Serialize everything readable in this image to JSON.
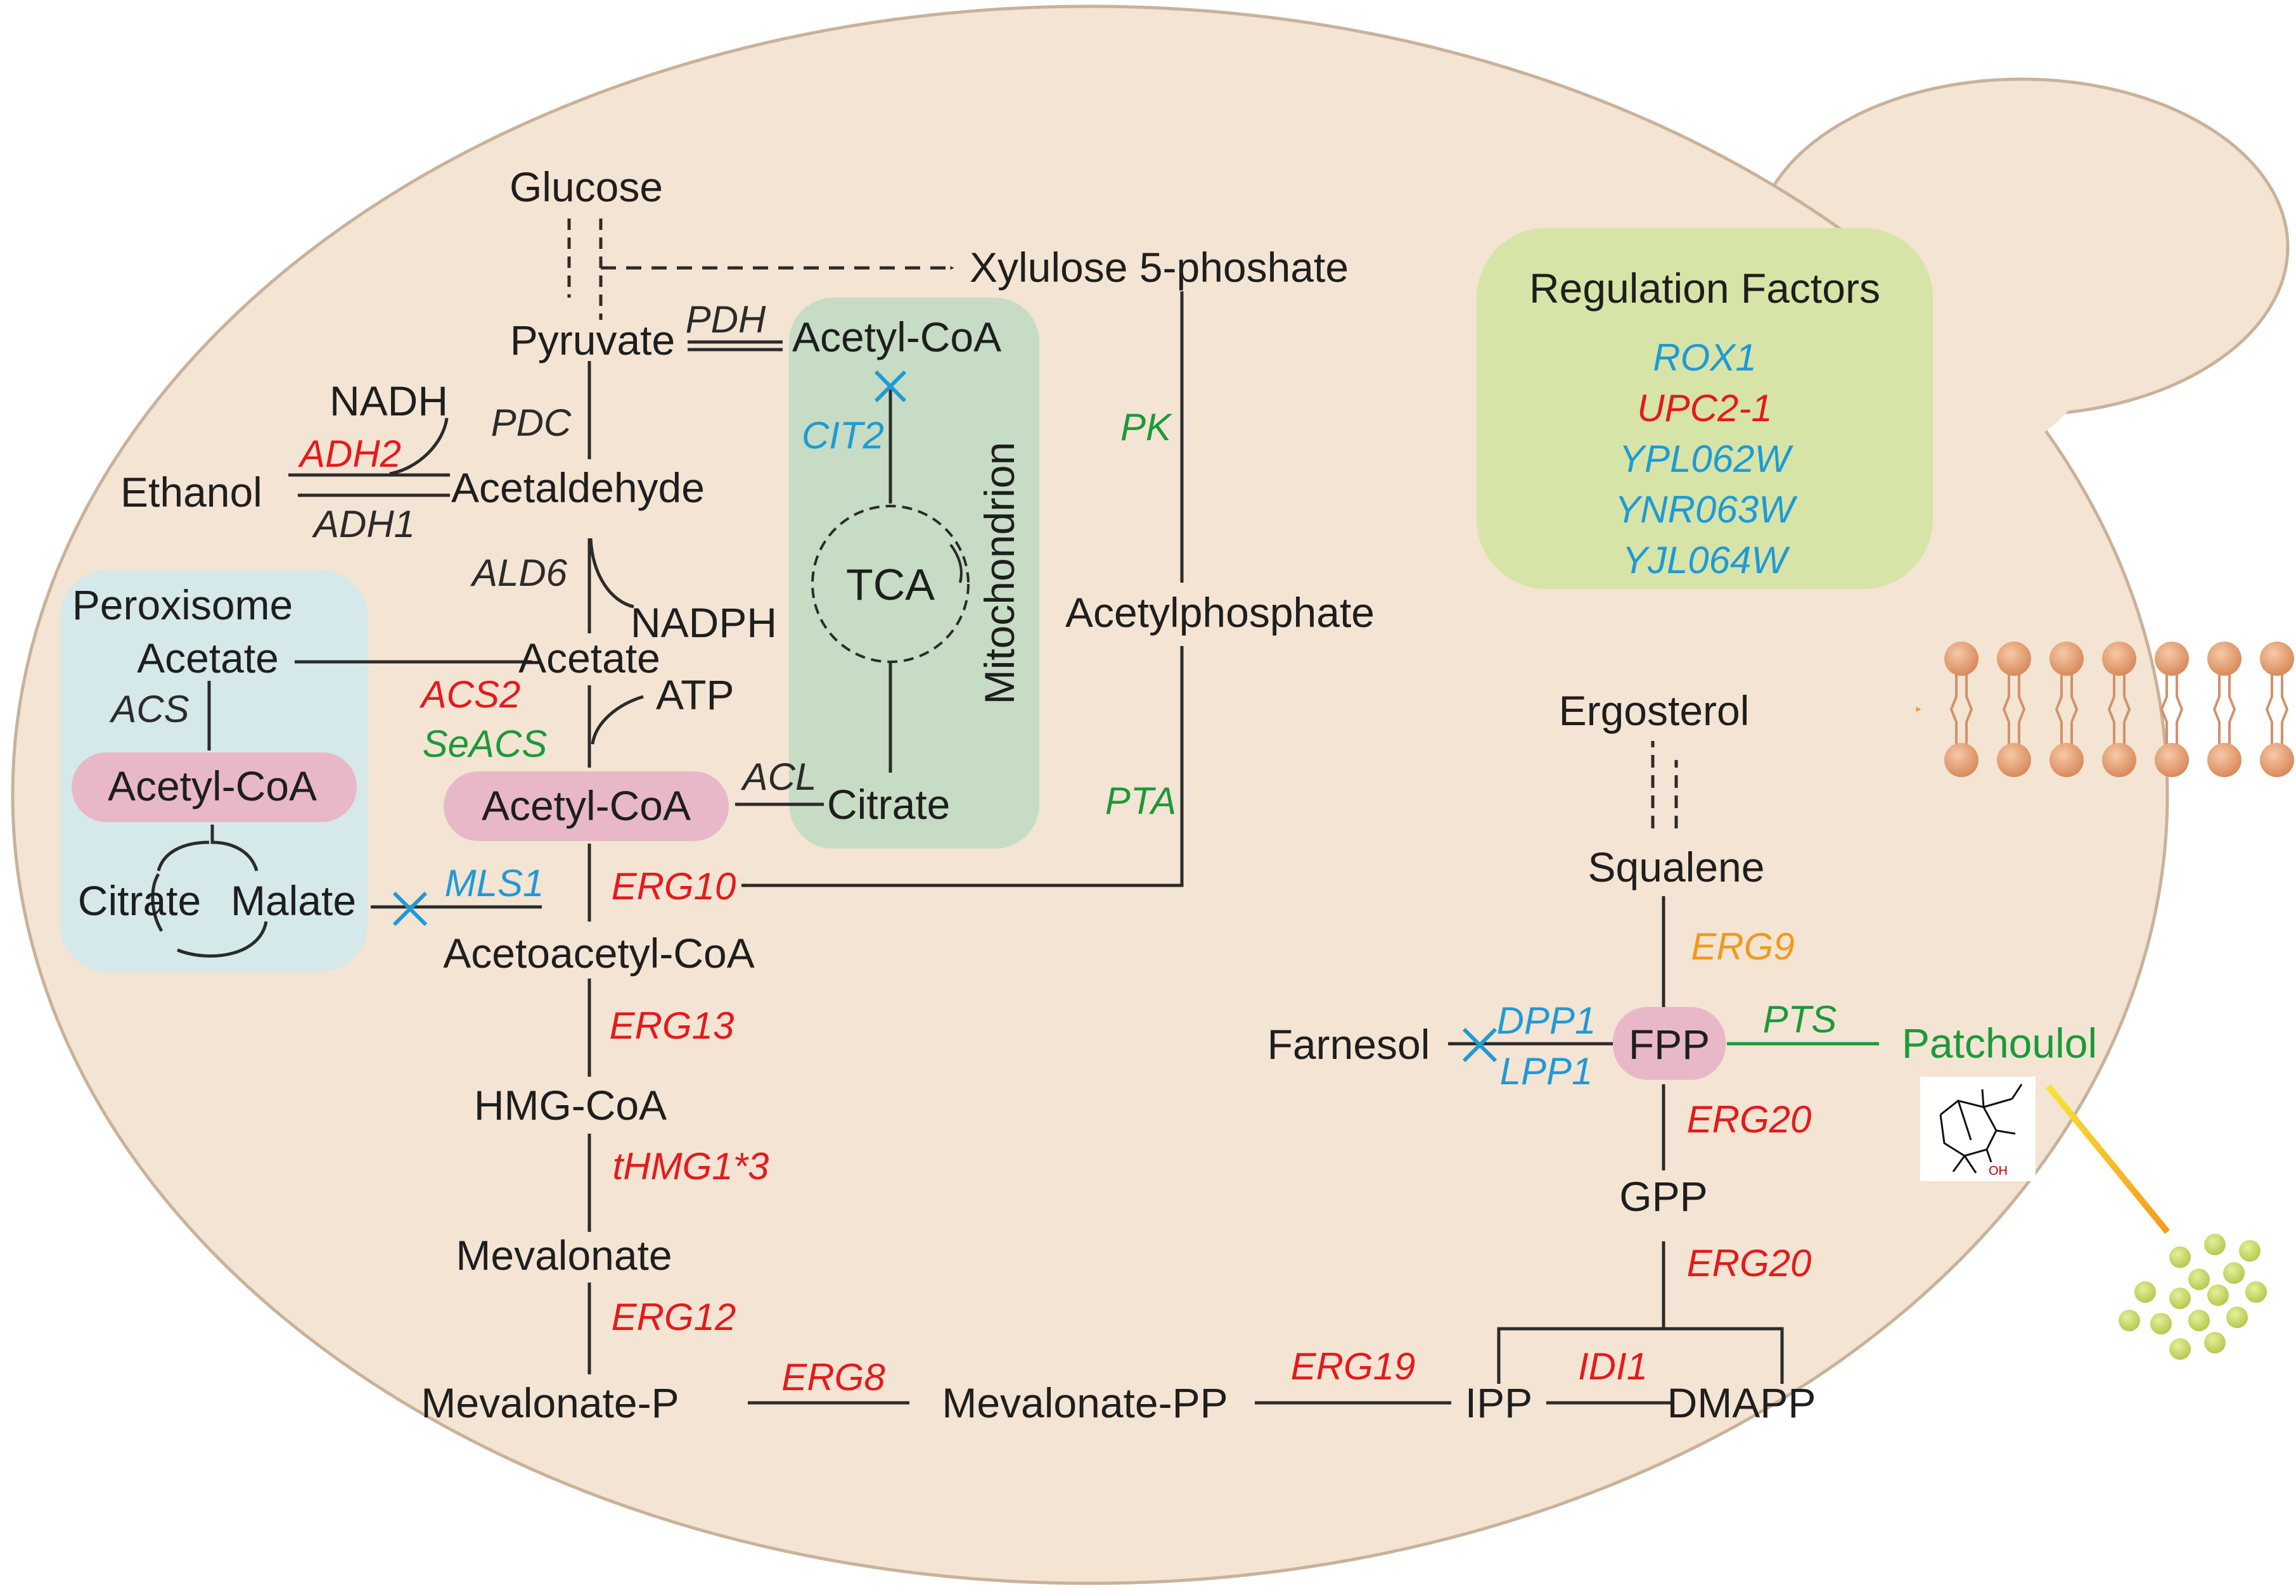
{
  "colors": {
    "cell_fill": "#f4e4d3",
    "cell_stroke": "#c9b29a",
    "peroxisome_fill": "#d5e8ea",
    "mitochondrion_fill": "#c6dcc4",
    "regulation_fill": "#d7e4a7",
    "acetyl_coa_highlight": "#e8b8c8",
    "upregulated_red": "#e41a1c",
    "deleted_blue": "#1f9ad6",
    "heterologous_green": "#1a9a3a",
    "erg9_orange": "#f09a1e",
    "plain_black": "#2b2b2b",
    "export_arrow": "#f6a623",
    "lipid_head": "#e6a17a",
    "droplet": "#c9d86a"
  },
  "metabolites": {
    "glucose": "Glucose",
    "xylulose": "Xylulose 5-phoshate",
    "pyruvate": "Pyruvate",
    "acetyl_coa_mito": "Acetyl-CoA",
    "nadh": "NADH",
    "ethanol": "Ethanol",
    "acetaldehyde": "Acetaldehyde",
    "nadph": "NADPH",
    "acetate": "Acetate",
    "atp": "ATP",
    "acetylphosphate": "Acetylphosphate",
    "tca": "TCA",
    "citrate_mito": "Citrate",
    "acetyl_coa_cyto": "Acetyl-CoA",
    "acetoacetyl_coa": "Acetoacetyl-CoA",
    "hmg_coa": "HMG-CoA",
    "mevalonate": "Mevalonate",
    "mevalonate_p": "Mevalonate-P",
    "mevalonate_pp": "Mevalonate-PP",
    "ipp": "IPP",
    "dmapp": "DMAPP",
    "gpp": "GPP",
    "fpp": "FPP",
    "farnesol": "Farnesol",
    "patchoulol": "Patchoulol",
    "squalene": "Squalene",
    "ergosterol": "Ergosterol",
    "perox_acetate": "Acetate",
    "perox_acetyl_coa": "Acetyl-CoA",
    "perox_citrate": "Citrate",
    "perox_malate": "Malate"
  },
  "compartments": {
    "peroxisome": "Peroxisome",
    "mitochondrion": "Mitochondrion",
    "regulation_title": "Regulation Factors"
  },
  "enzymes": {
    "pdh": "PDH",
    "pdc": "PDC",
    "adh2": "ADH2",
    "adh1": "ADH1",
    "ald6": "ALD6",
    "acs2": "ACS2",
    "seacs": "SeACS",
    "cit2": "CIT2",
    "pk": "PK",
    "pta": "PTA",
    "acl": "ACL",
    "acs": "ACS",
    "mls1": "MLS1",
    "erg10": "ERG10",
    "erg13": "ERG13",
    "thmg1": "tHMG1*3",
    "erg12": "ERG12",
    "erg8": "ERG8",
    "erg19": "ERG19",
    "idi1": "IDI1",
    "erg20_a": "ERG20",
    "erg20_b": "ERG20",
    "dpp1": "DPP1",
    "lpp1": "LPP1",
    "pts": "PTS",
    "erg9": "ERG9"
  },
  "regulation_factors": [
    {
      "name": "ROX1",
      "color": "#1f9ad6"
    },
    {
      "name": "UPC2-1",
      "color": "#e41a1c"
    },
    {
      "name": "YPL062W",
      "color": "#1f9ad6"
    },
    {
      "name": "YNR063W",
      "color": "#1f9ad6"
    },
    {
      "name": "YJL064W",
      "color": "#1f9ad6"
    }
  ],
  "structure_label": "OH"
}
